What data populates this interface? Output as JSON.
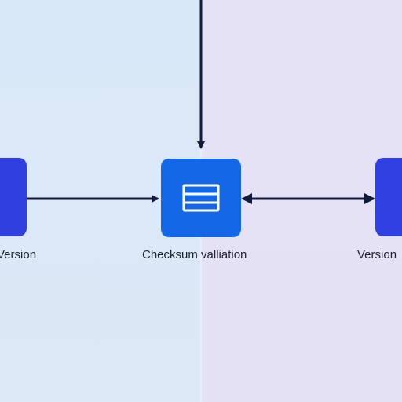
{
  "diagram": {
    "nodes": [
      {
        "id": "left",
        "label": "Version"
      },
      {
        "id": "center",
        "label": "Checksum valliation",
        "icon": "list-icon"
      },
      {
        "id": "right",
        "label": "Version"
      }
    ],
    "colors": {
      "lane_left": "#d9e8f8",
      "lane_right": "#e6e2f6",
      "node_center": "#1468e8",
      "node_side": "#2f3fe0",
      "arrow": "#121a3a"
    }
  }
}
